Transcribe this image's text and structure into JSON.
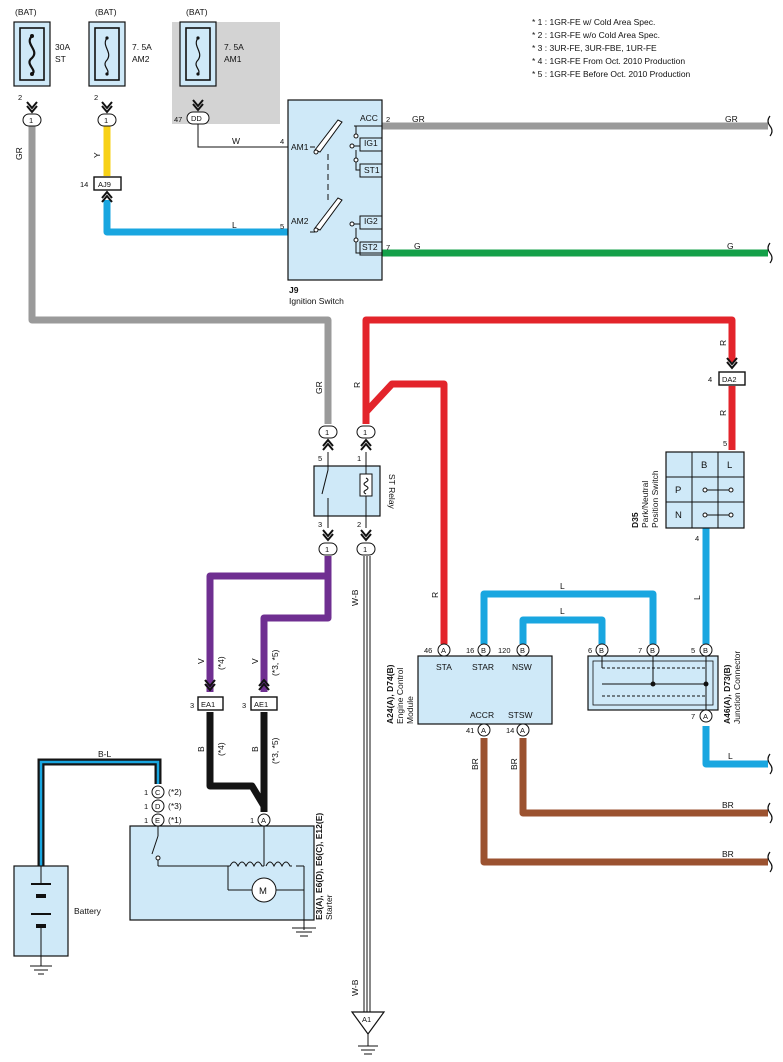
{
  "notes": [
    "* 1 : 1GR-FE w/ Cold Area Spec.",
    "* 2 : 1GR-FE w/o Cold Area Spec.",
    "* 3 : 3UR-FE,  3UR-FBE,  1UR-FE",
    "* 4 : 1GR-FE From Oct.  2010 Production",
    "* 5 : 1GR-FE Before Oct.  2010 Production"
  ],
  "colors": {
    "GR": "#9a9a9a",
    "Y": "#f7d117",
    "L": "#19a6e0",
    "G": "#14a049",
    "R": "#e3242b",
    "V": "#6f2f91",
    "B": "#141414",
    "BR": "#9b5230",
    "box_fill": "#cfe9f8",
    "am1_shade": "#d3d3d3"
  },
  "fuses": {
    "st": {
      "source": "(BAT)",
      "rating": "30A",
      "name": "ST"
    },
    "am2": {
      "source": "(BAT)",
      "rating": "7. 5A",
      "name": "AM2"
    },
    "am1": {
      "source": "(BAT)",
      "rating": "7. 5A",
      "name": "AM1"
    }
  },
  "ignition": {
    "code": "J9",
    "name": "Ignition Switch",
    "terms": {
      "acc": "ACC",
      "ig1": "IG1",
      "st1": "ST1",
      "ig2": "IG2",
      "st2": "ST2",
      "am1": "AM1",
      "am2": "AM2"
    }
  },
  "relay": {
    "name": "ST Relay"
  },
  "pnp": {
    "code": "D35",
    "name1": "Park/Neutral",
    "name2": "Position Switch",
    "col_b": "B",
    "col_l": "L",
    "row_p": "P",
    "row_n": "N"
  },
  "ecm": {
    "code": "A24(A), D74(B)",
    "name1": "Engine Control",
    "name2": "Module",
    "terms": {
      "sta": "STA",
      "star": "STAR",
      "nsw": "NSW",
      "accr": "ACCR",
      "stsw": "STSW"
    }
  },
  "jc": {
    "code": "A46(A), D73(B)",
    "name": "Junction Connector"
  },
  "starter": {
    "code": "E3(A), E6(D), E6(C), E12(E)",
    "name": "Starter",
    "motor": "M"
  },
  "battery": {
    "name": "Battery"
  },
  "connectors": {
    "aj9": "AJ9",
    "dd": "DD",
    "da2": "DA2",
    "ea1": "EA1",
    "ae1": "AE1",
    "a1": "A1",
    "one": "1",
    "a": "A",
    "b": "B",
    "c": "C",
    "d": "D",
    "e": "E"
  },
  "pins": {
    "p1": "1",
    "p2": "2",
    "p3": "3",
    "p4": "4",
    "p5": "5",
    "p6": "6",
    "p7": "7",
    "p14": "14",
    "p16": "16",
    "p41": "41",
    "p46": "46",
    "p47": "47",
    "p120": "120"
  },
  "wires": {
    "gr": "GR",
    "y": "Y",
    "w": "W",
    "l": "L",
    "g": "G",
    "r": "R",
    "v": "V",
    "b": "B",
    "br": "BR",
    "wb": "W-B",
    "bl": "B-L"
  },
  "marks": {
    "s1": "(*1)",
    "s2": "(*2)",
    "s3": "(*3)",
    "s4": "(*4)",
    "s35": "(*3, *5)"
  }
}
